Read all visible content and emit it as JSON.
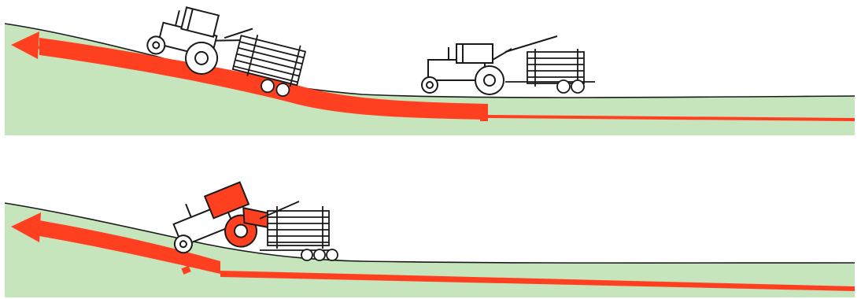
{
  "colors": {
    "background": "#ffffff",
    "ground": "#c6e5bd",
    "ground_edge": "#1a1a1a",
    "arrow": "#ff4020",
    "ink": "#1a1a1a",
    "danger_fill": "#ff4020"
  },
  "panels": [
    {
      "scenario": "safe-descent",
      "vehicle": "tractor-with-timber-trailer",
      "arrow_direction": "left",
      "arrow_thickness": "widens-on-slope"
    },
    {
      "scenario": "overturn-on-slope",
      "vehicle": "tractor-with-timber-trailer",
      "arrow_direction": "left",
      "arrow_thickness": "widens-on-slope",
      "hazard_highlight": true
    }
  ],
  "icons": {
    "arrow": "force-arrow-icon",
    "tractor": "tractor-icon",
    "trailer": "timber-trailer-icon"
  }
}
